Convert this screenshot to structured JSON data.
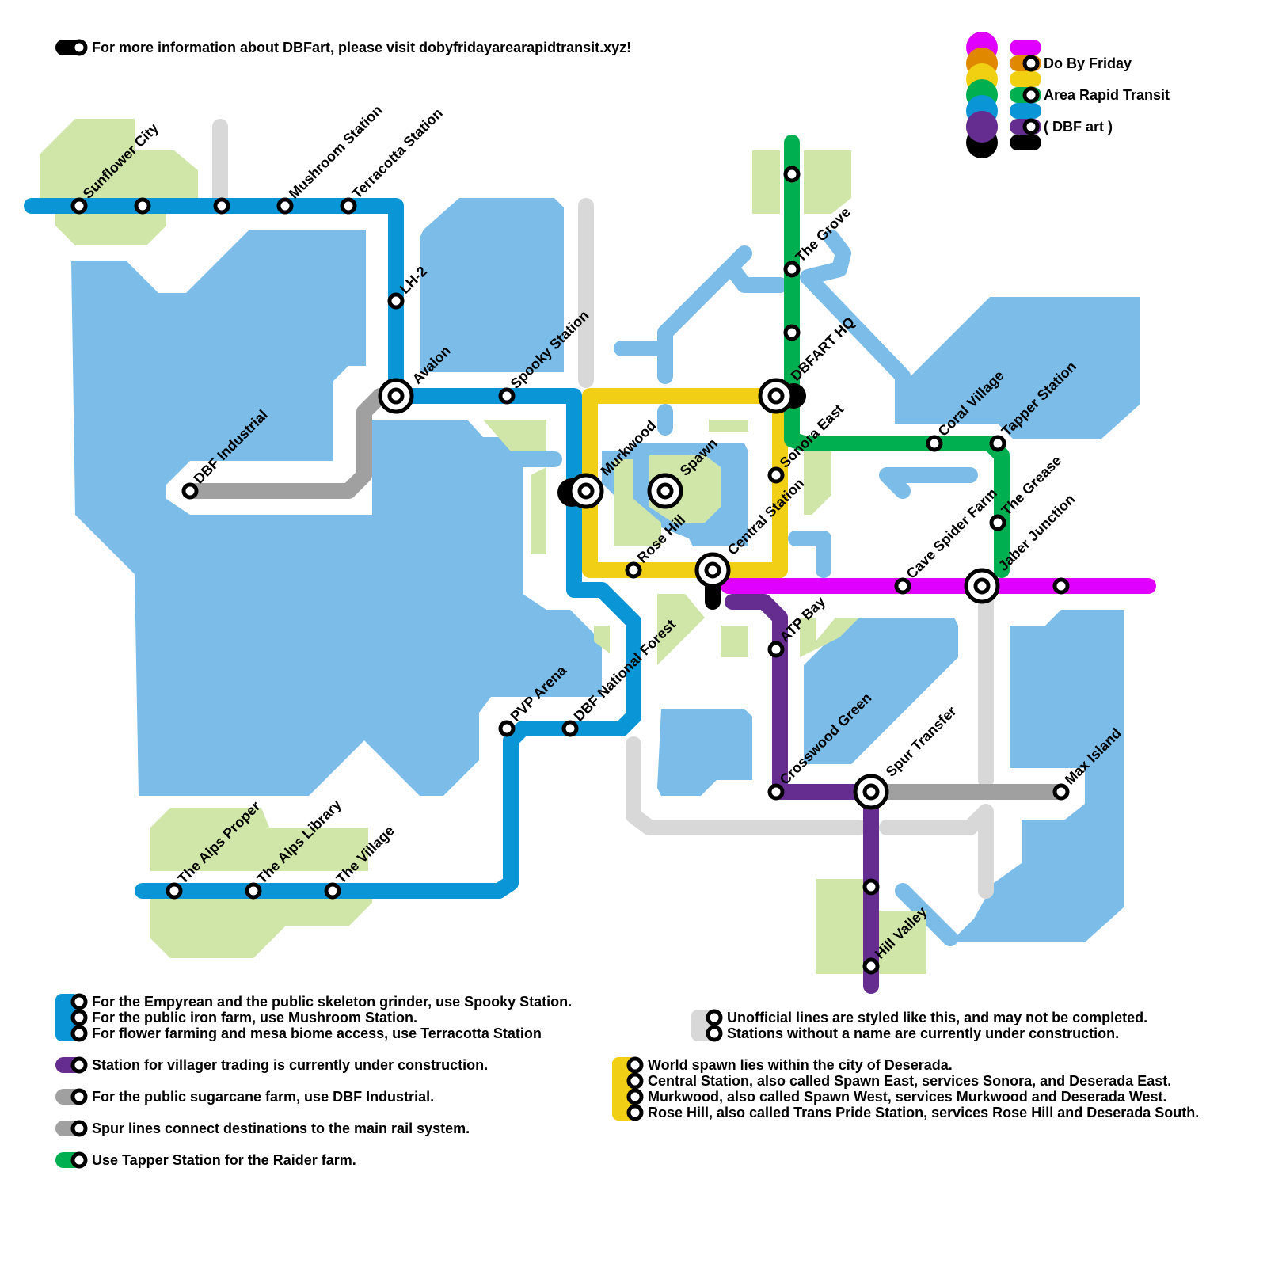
{
  "header": {
    "info_text": "For more information about DBFart, please visit dobyfridayarearapidtransit.xyz!"
  },
  "legend": {
    "lines": [
      "Do By Friday",
      "Area Rapid Transit",
      "( DBF art )"
    ],
    "colors": [
      "#e000ff",
      "#e08800",
      "#f0d010",
      "#00b050",
      "#0a96d6",
      "#662d91",
      "#000000"
    ]
  },
  "colors": {
    "blue_line": "#0a96d6",
    "yellow_line": "#f0cf15",
    "green_line": "#00b050",
    "magenta_line": "#e000ff",
    "purple_line": "#662d91",
    "spur_line": "#a0a0a0",
    "unofficial_line": "#d8d8d8",
    "water": "#7bbde8",
    "land": "#d0e5a8",
    "station_stroke": "#000000",
    "station_fill": "#ffffff"
  },
  "stations": {
    "sunflower_city": "Sunflower City",
    "mushroom_station": "Mushroom Station",
    "terracotta_station": "Terracotta Station",
    "lh2": "LH-2",
    "avalon": "Avalon",
    "spooky_station": "Spooky Station",
    "dbf_industrial": "DBF Industrial",
    "murkwood": "Murkwood",
    "spawn": "Spawn",
    "rose_hill": "Rose Hill",
    "central_station": "Central Station",
    "sonora_east": "Sonora East",
    "dbfart_hq": "DBFART HQ",
    "the_grove": "The Grove",
    "coral_village": "Coral Village",
    "tapper_station": "Tapper Station",
    "the_grease": "The Grease",
    "cave_spider_farm": "Cave Spider Farm",
    "jaber_junction": "Jaber Junction",
    "atp_bay": "ATP Bay",
    "crosswood_green": "Crosswood Green",
    "spur_transfer": "Spur Transfer",
    "max_island": "Max Island",
    "hill_valley": "Hill Valley",
    "pvp_arena": "PVP Arena",
    "dbf_national_forest": "DBF National Forest",
    "the_alps_proper": "The Alps Proper",
    "the_alps_library": "The Alps Library",
    "the_village": "The Village"
  },
  "notes": {
    "blue": [
      "For the Empyrean and the public skeleton grinder, use Spooky Station.",
      "For the public iron farm, use Mushroom Station.",
      "For flower farming and mesa biome access, use Terracotta Station"
    ],
    "purple": "Station for villager trading is currently under construction.",
    "gray_industrial": "For the public sugarcane farm, use DBF Industrial.",
    "gray_spur": "Spur lines connect destinations to the main rail system.",
    "green": "Use Tapper Station for the Raider farm.",
    "unofficial": [
      "Unofficial lines are styled like this, and may not be completed.",
      "Stations without a name are currently under construction."
    ],
    "yellow": [
      "World spawn lies within the city of Deserada.",
      "Central Station, also called Spawn East, services Sonora, and Deserada East.",
      "Murkwood, also called Spawn West, services Murkwood and Deserada West.",
      "Rose Hill, also called Trans Pride Station, services Rose Hill and Deserada South."
    ]
  }
}
